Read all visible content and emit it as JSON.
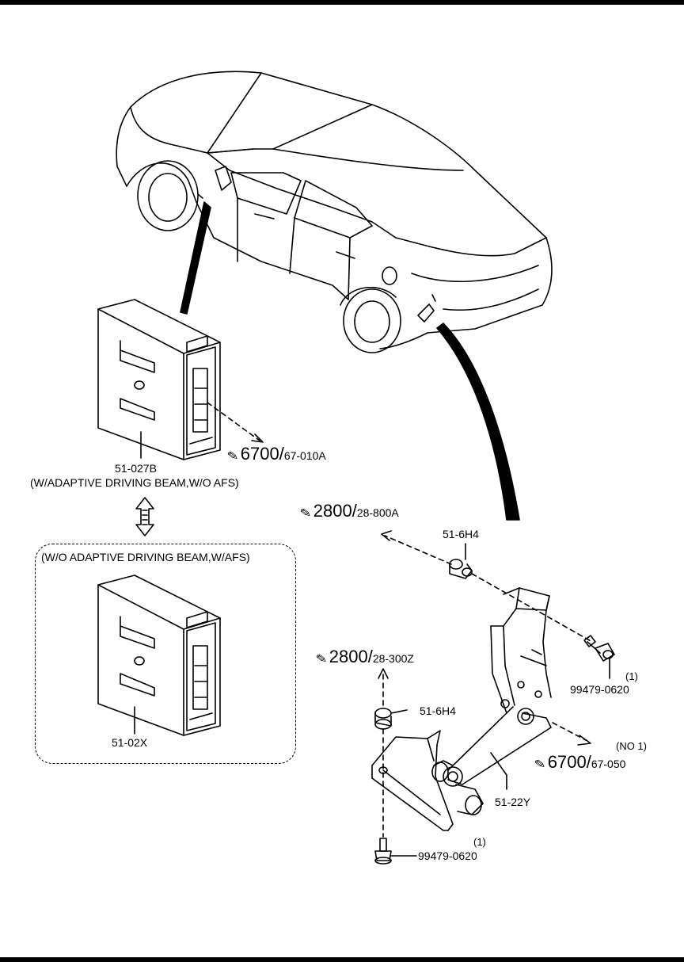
{
  "callouts": {
    "ref_6700_top": {
      "main": "6700",
      "sub": "67-010A"
    },
    "ref_2800_top": {
      "main": "2800",
      "sub": "28-800A"
    },
    "ref_2800_mid": {
      "main": "2800",
      "sub": "28-300Z"
    },
    "ref_6700_bottom": {
      "main": "6700",
      "sub": "67-050",
      "note": "(NO 1)"
    }
  },
  "parts": {
    "module_top": {
      "number": "51-027B",
      "condition": "(W/ADAPTIVE DRIVING BEAM,W/O AFS)"
    },
    "module_alt": {
      "number": "51-02X",
      "condition": "(W/O ADAPTIVE DRIVING BEAM,W/AFS)"
    },
    "clip_top": "51-6H4",
    "clip_mid": "51-6H4",
    "bolt_right": {
      "number": "99479-0620",
      "qty": "(1)"
    },
    "bolt_bottom": {
      "number": "99479-0620",
      "qty": "(1)"
    },
    "sensor": "51-22Y"
  },
  "icons": {
    "reference": "book-reference-icon",
    "interchange": "double-arrow-icon"
  }
}
